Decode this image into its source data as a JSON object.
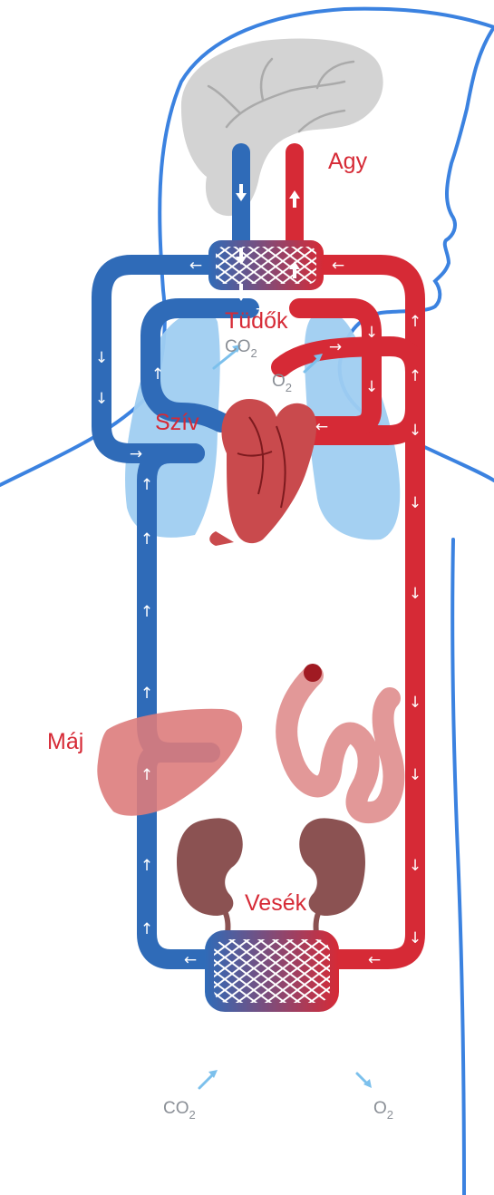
{
  "labels": {
    "brain": "Agy",
    "lungs": "Tüdők",
    "heart": "Szív",
    "liver": "Máj",
    "kidneys": "Vesék"
  },
  "gases": {
    "lungs_co2": "CO2",
    "lungs_o2": "O2",
    "body_co2": "CO2",
    "body_o2": "O2"
  },
  "colors": {
    "deoxygenated": "#2f6bb8",
    "oxygenated": "#d62a36",
    "lung": "#9fcdf1",
    "brain": "#d3d3d3",
    "heart": "#c94a4d",
    "liver": "#dd7c7c",
    "intestine": "#e08f8f",
    "kidney": "#8b5252",
    "outline": "#3b82e0",
    "label": "#d62a36",
    "gas_label": "#8a8f96"
  }
}
